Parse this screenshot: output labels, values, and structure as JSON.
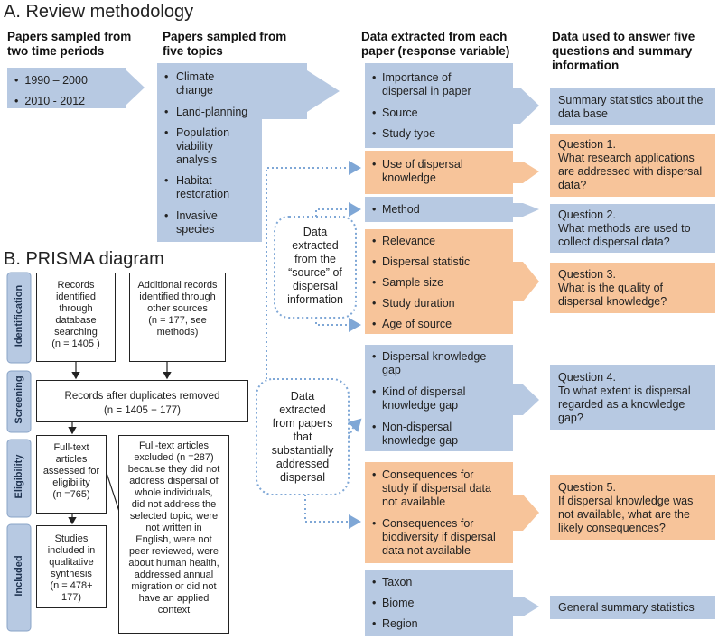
{
  "section_a": {
    "title": "A. Review methodology"
  },
  "section_b": {
    "title": "B. PRISMA diagram"
  },
  "colors": {
    "blue": "#b7c9e2",
    "orange": "#f7c49a",
    "dotted": "#7fa7d6",
    "stage_band": "#b7c9e2"
  },
  "columns": {
    "time_periods": {
      "heading": [
        "Papers sampled from",
        "two time periods"
      ],
      "items": [
        "1990 – 2000",
        "2010 - 2012"
      ]
    },
    "topics": {
      "heading": [
        "Papers sampled from",
        "five topics"
      ],
      "items": [
        [
          "Climate",
          "change"
        ],
        [
          "Land-planning"
        ],
        [
          "Population",
          "viability",
          "analysis"
        ],
        [
          "Habitat",
          "restoration"
        ],
        [
          "Invasive",
          "species"
        ]
      ]
    },
    "extracted": {
      "heading": [
        "Data extracted from each",
        "paper (response variable)"
      ],
      "group1": [
        [
          "Importance of",
          "dispersal in paper"
        ],
        [
          "Source"
        ],
        [
          "Study type"
        ]
      ],
      "group2": [
        [
          "Use of dispersal",
          "knowledge"
        ]
      ],
      "group3": [
        [
          "Method"
        ]
      ],
      "group4": [
        [
          "Relevance"
        ],
        [
          "Dispersal statistic"
        ],
        [
          "Sample size"
        ],
        [
          "Study duration"
        ],
        [
          "Age of source"
        ]
      ],
      "group5": [
        [
          "Dispersal knowledge",
          "gap"
        ],
        [
          "Kind of dispersal",
          "knowledge gap"
        ],
        [
          "Non-dispersal",
          "knowledge gap"
        ]
      ],
      "group6": [
        [
          "Consequences for",
          "study if dispersal data",
          "not available"
        ],
        [
          "Consequences for",
          "biodiversity if dispersal",
          "data not available"
        ]
      ],
      "group7": [
        [
          "Taxon"
        ],
        [
          "Biome"
        ],
        [
          "Region"
        ]
      ]
    },
    "questions": {
      "heading": [
        "Data used to answer five",
        "questions and summary",
        "information"
      ],
      "summary_db": [
        "Summary statistics about the",
        "data base"
      ],
      "q1": [
        "Question 1.",
        "What research applications",
        "are addressed with dispersal",
        "data?"
      ],
      "q2": [
        "Question 2.",
        "What methods are used to",
        "collect dispersal data?"
      ],
      "q3": [
        "Question 3.",
        "What is the quality of",
        "dispersal knowledge?"
      ],
      "q4": [
        "Question 4.",
        "To what extent is dispersal",
        "regarded as a knowledge",
        "gap?"
      ],
      "q5": [
        "Question 5.",
        "If dispersal knowledge was",
        "not available, what are the",
        "likely consequences?"
      ],
      "general": [
        "General summary statistics"
      ]
    }
  },
  "bubbles": {
    "source": [
      "Data",
      "extracted",
      "from the",
      "“source” of",
      "dispersal",
      "information"
    ],
    "papers": [
      "Data",
      "extracted",
      "from papers",
      "that",
      "substantially",
      "addressed",
      "dispersal"
    ]
  },
  "prisma": {
    "stages": [
      "Identification",
      "Screening",
      "Eligibility",
      "Included"
    ],
    "db_records": [
      "Records",
      "identified",
      "through",
      "database",
      "searching",
      "(n = 1405  )"
    ],
    "other_records": [
      "Additional records",
      "identified through",
      "other sources",
      "(n =  177, see",
      "methods)"
    ],
    "after_dupes": [
      "Records after duplicates removed",
      "(n =    1405 + 177)"
    ],
    "fulltext": [
      "Full-text",
      "articles",
      "assessed for",
      "eligibility",
      "(n =765)"
    ],
    "excluded": [
      "Full-text articles",
      "excluded (n =287)",
      "because they did not",
      "address dispersal of",
      "whole individuals,",
      "did not address the",
      "selected topic, were",
      "not written in",
      "English, were not",
      "peer reviewed, were",
      "about human health,",
      "addressed annual",
      "migration or did not",
      "have an applied",
      "context"
    ],
    "included": [
      "Studies",
      "included in",
      "qualitative",
      "synthesis",
      "(n = 478+",
      "177)"
    ]
  }
}
